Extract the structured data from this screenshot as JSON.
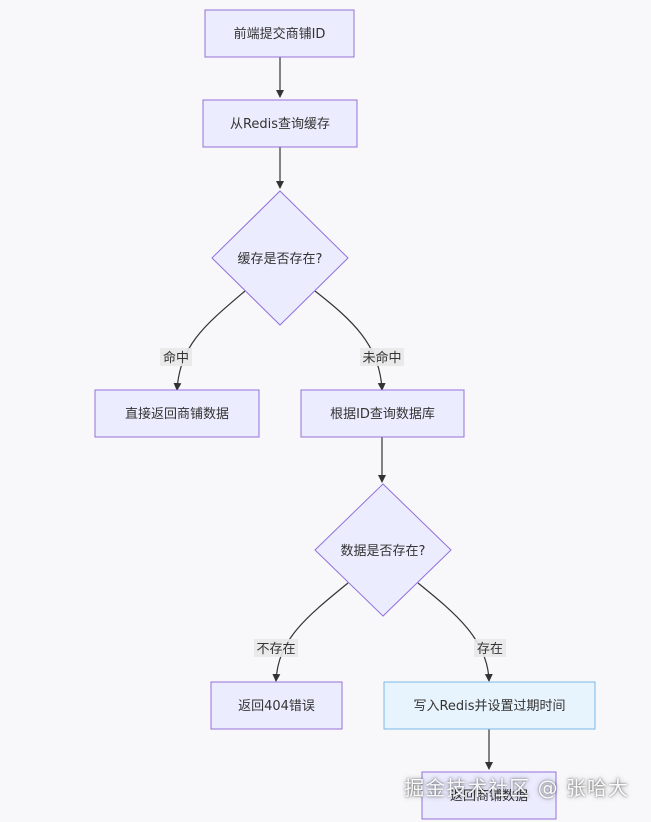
{
  "nodes": {
    "start": "前端提交商铺ID",
    "query_cache": "从Redis查询缓存",
    "cache_exists": "缓存是否存在?",
    "return_direct": "直接返回商铺数据",
    "query_db": "根据ID查询数据库",
    "data_exists": "数据是否存在?",
    "return_404": "返回404错误",
    "write_redis": "写入Redis并设置过期时间",
    "return_data": "返回商铺数据"
  },
  "edges": {
    "hit": "命中",
    "miss": "未命中",
    "not_exist": "不存在",
    "exist": "存在"
  },
  "watermark": "掘金技术社区 @ 张哈大"
}
